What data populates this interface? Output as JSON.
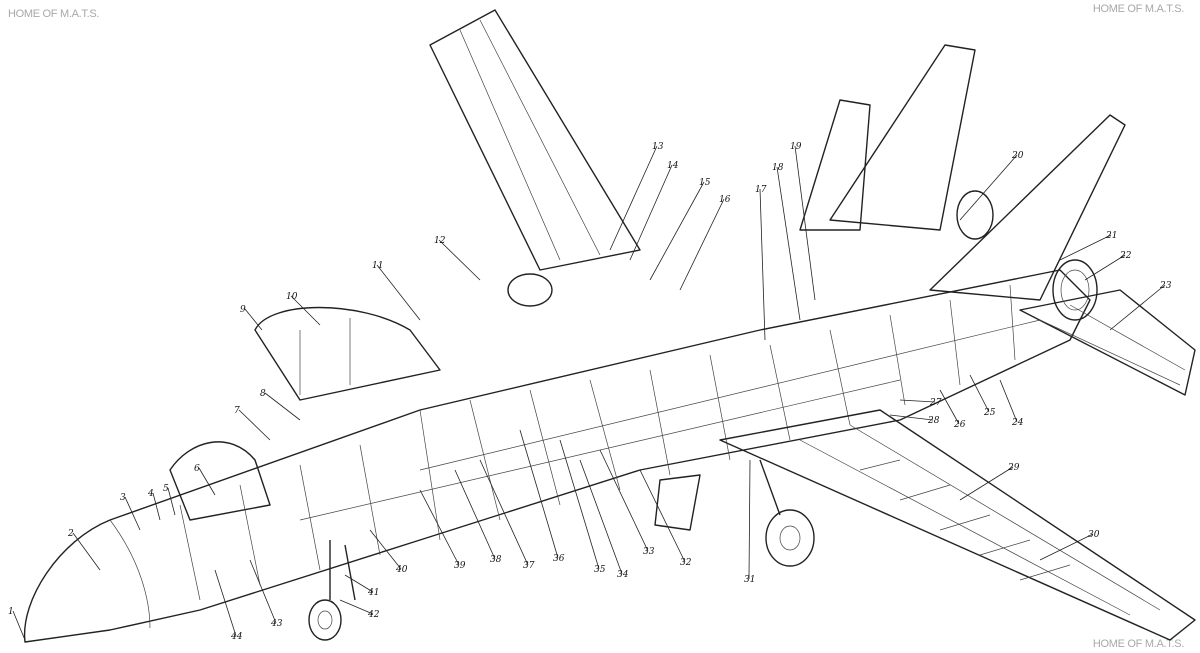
{
  "watermarks": {
    "top_left": "HOME OF M.A.T.S.",
    "top_right": "HOME OF M.A.T.S.",
    "bottom_right": "HOME OF M.A.T.S."
  },
  "callouts": [
    "1",
    "2",
    "3",
    "4",
    "5",
    "6",
    "7",
    "8",
    "9",
    "10",
    "11",
    "12",
    "13",
    "14",
    "15",
    "16",
    "17",
    "18",
    "19",
    "20",
    "21",
    "22",
    "23",
    "24",
    "25",
    "26",
    "27",
    "28",
    "29",
    "30",
    "31",
    "32",
    "33",
    "34",
    "35",
    "36",
    "37",
    "38",
    "39",
    "40",
    "41",
    "42",
    "43",
    "44"
  ]
}
